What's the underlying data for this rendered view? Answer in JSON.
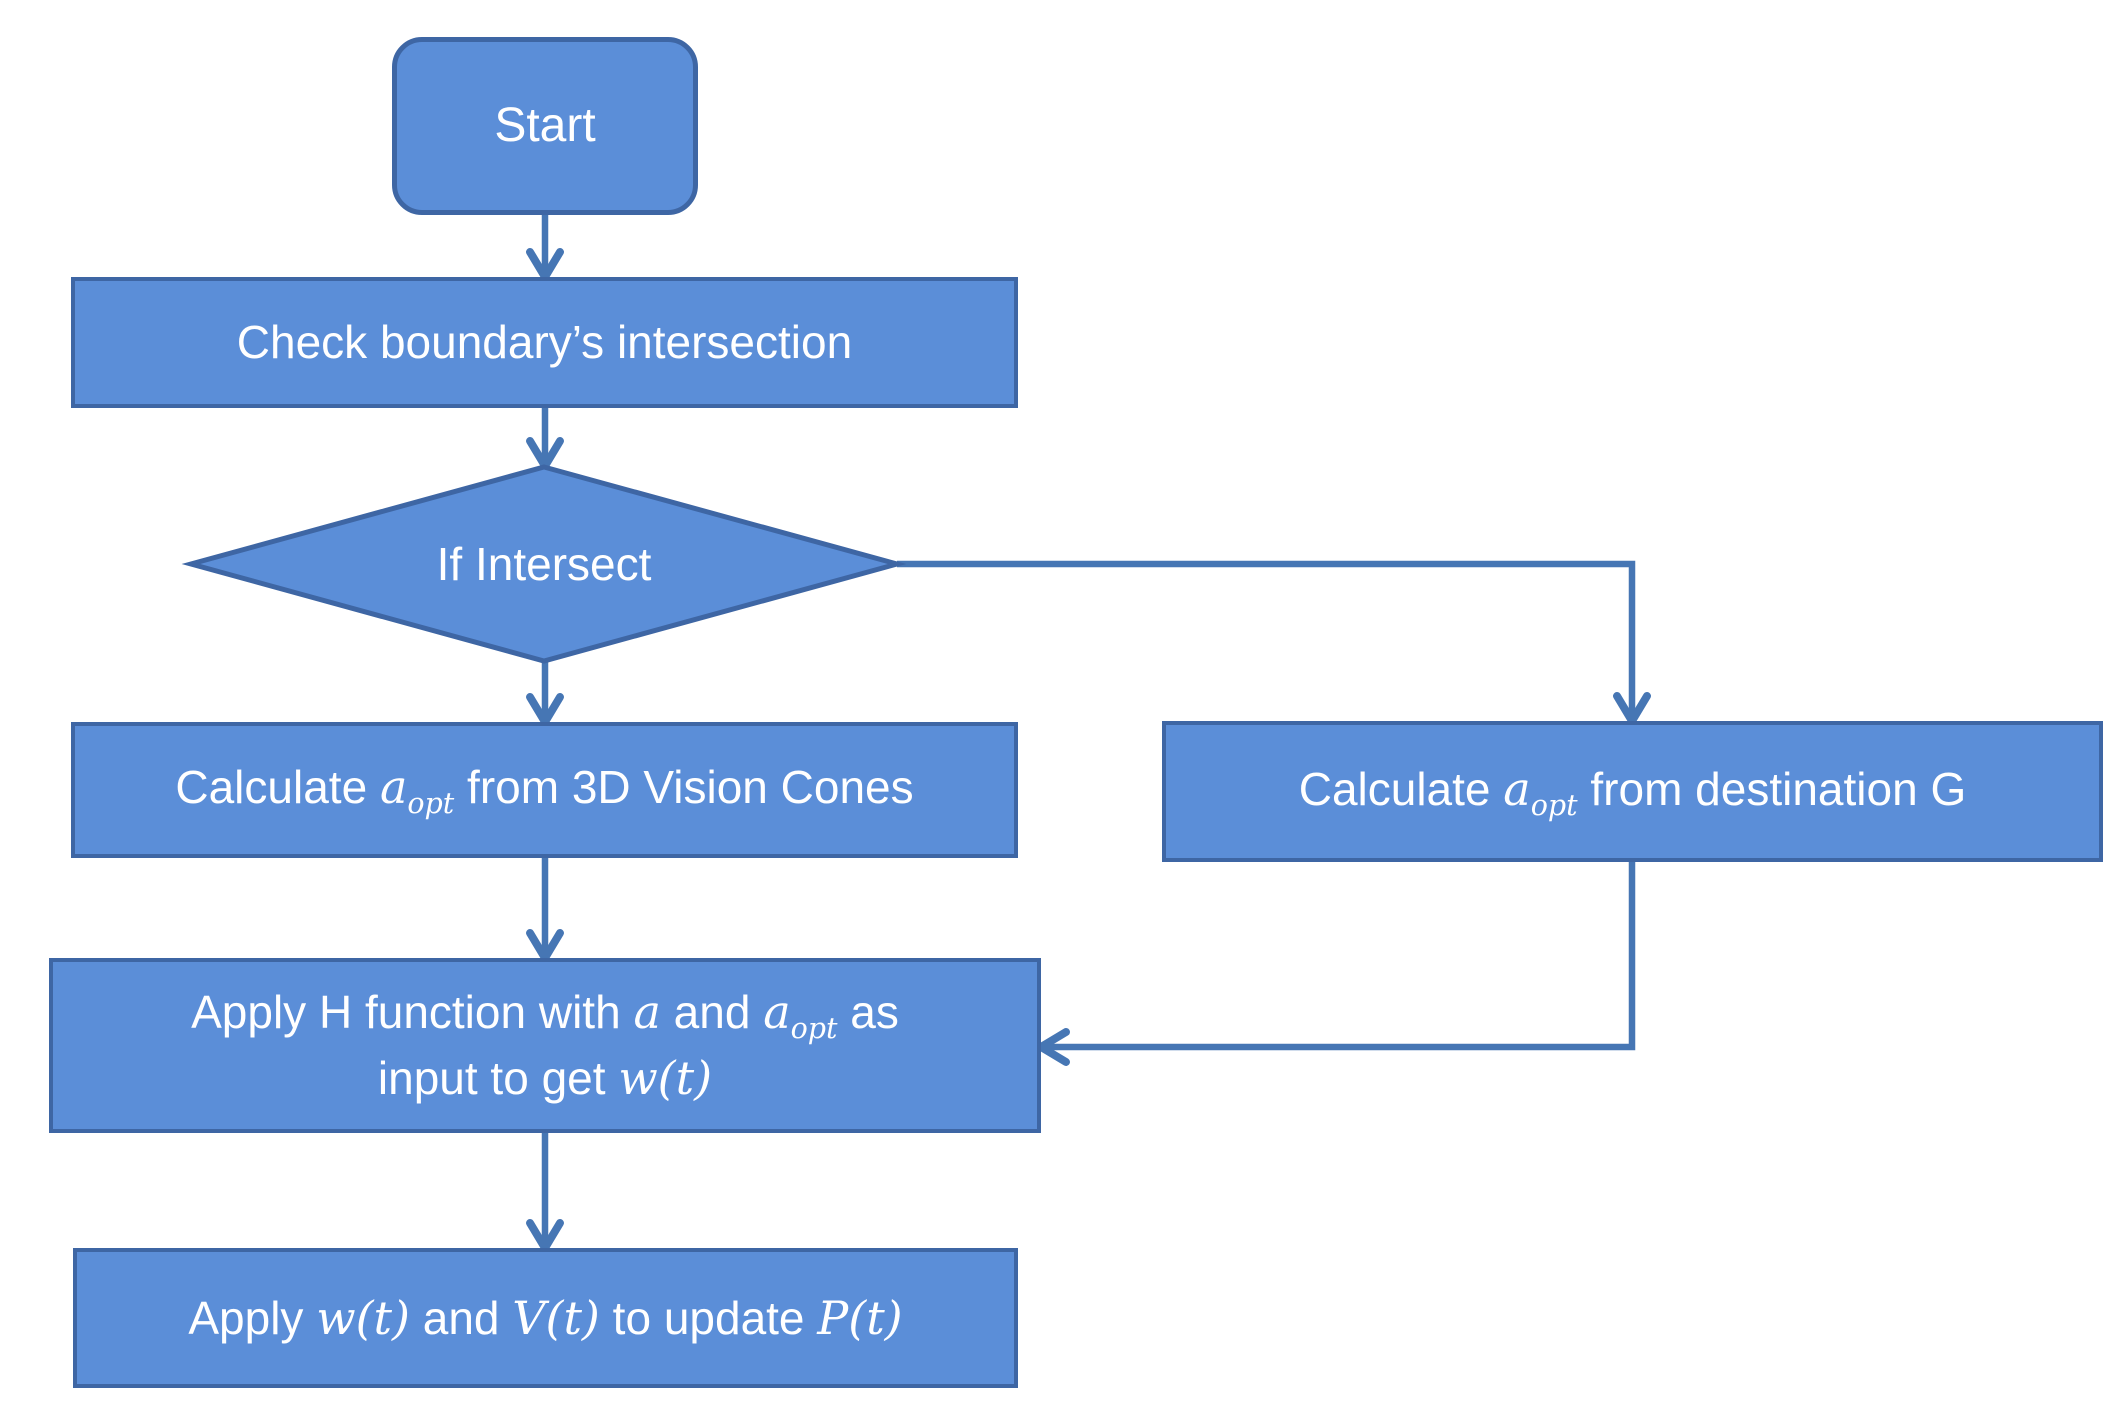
{
  "diagram": {
    "colors": {
      "node_fill": "#5B8ED8",
      "node_border": "#3E66A4",
      "connector": "#4676B4",
      "text_color": "#FFFFFF"
    },
    "nodes": {
      "start": {
        "label": "Start"
      },
      "check_boundary": {
        "label": "Check boundary’s intersection"
      },
      "if_intersect": {
        "label": "If Intersect"
      },
      "calc_vision": {
        "before": "Calculate ",
        "var": "a",
        "sub": "opt",
        "after": " from 3D Vision Cones"
      },
      "calc_destination": {
        "before": "Calculate ",
        "var": "a",
        "sub": "opt",
        "after": " from destination G"
      },
      "apply_h": {
        "line1_before": "Apply H function with ",
        "line1_var1": "a",
        "line1_mid": " and ",
        "line1_var2": "a",
        "line1_var2_sub": "opt",
        "line1_after": " as",
        "line2_before": "input to get ",
        "line2_math": "w(t)"
      },
      "apply_update": {
        "before": "Apply ",
        "math1": "w(t)",
        "mid1": " and ",
        "math2": "V(t)",
        "mid2": " to update ",
        "math3": "P(t)"
      }
    },
    "edges": [
      {
        "from": "start",
        "to": "check_boundary"
      },
      {
        "from": "check_boundary",
        "to": "if_intersect"
      },
      {
        "from": "if_intersect",
        "to": "calc_vision"
      },
      {
        "from": "if_intersect",
        "to": "calc_destination"
      },
      {
        "from": "calc_vision",
        "to": "apply_h"
      },
      {
        "from": "calc_destination",
        "to": "apply_h"
      },
      {
        "from": "apply_h",
        "to": "apply_update"
      }
    ]
  }
}
